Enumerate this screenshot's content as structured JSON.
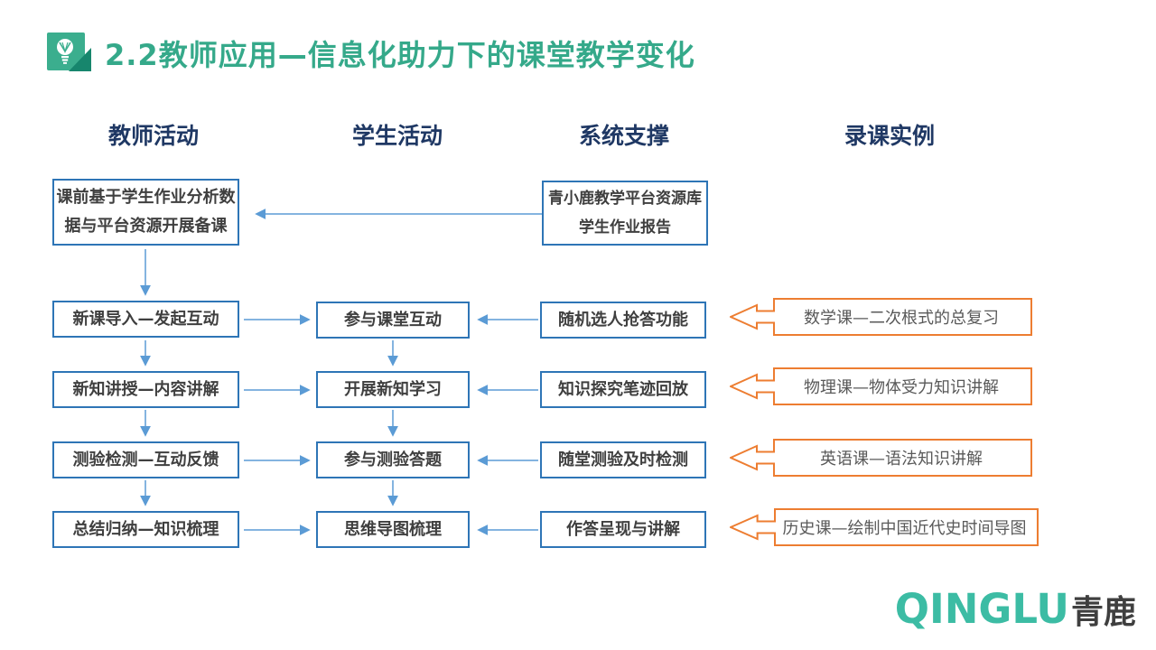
{
  "title": {
    "text": "2.2教师应用—信息化助力下的课堂教学变化"
  },
  "headers": {
    "teacher": "教师活动",
    "student": "学生活动",
    "system": "系统支撑",
    "examples": "录课实例"
  },
  "teacher_boxes": {
    "pre_class": {
      "line1": "课前基于学生作业分析数",
      "line2": "据与平台资源开展备课"
    },
    "steps": [
      "新课导入—发起互动",
      "新知讲授—内容讲解",
      "测验检测—互动反馈",
      "总结归纳—知识梳理"
    ]
  },
  "student_boxes": [
    "参与课堂互动",
    "开展新知学习",
    "参与测验答题",
    "思维导图梳理"
  ],
  "system_boxes": {
    "pre_class": {
      "line1": "青小鹿教学平台资源库",
      "line2": "学生作业报告"
    },
    "steps": [
      "随机选人抢答功能",
      "知识探究笔迹回放",
      "随堂测验及时检测",
      "作答呈现与讲解"
    ]
  },
  "example_callouts": [
    "数学课—二次根式的总复习",
    "物理课—物体受力知识讲解",
    "英语课—语法知识讲解",
    "历史课—绘制中国近代史时间导图"
  ],
  "logo": {
    "latin": "QINGLU",
    "cn": "青鹿"
  },
  "colors": {
    "title_teal": "#35A98A",
    "header_navy": "#1F3864",
    "box_border_blue": "#2E75B6",
    "arrow_blue": "#5B9BD5",
    "callout_orange": "#ED7D31",
    "logo_teal": "#3CBCA4"
  }
}
